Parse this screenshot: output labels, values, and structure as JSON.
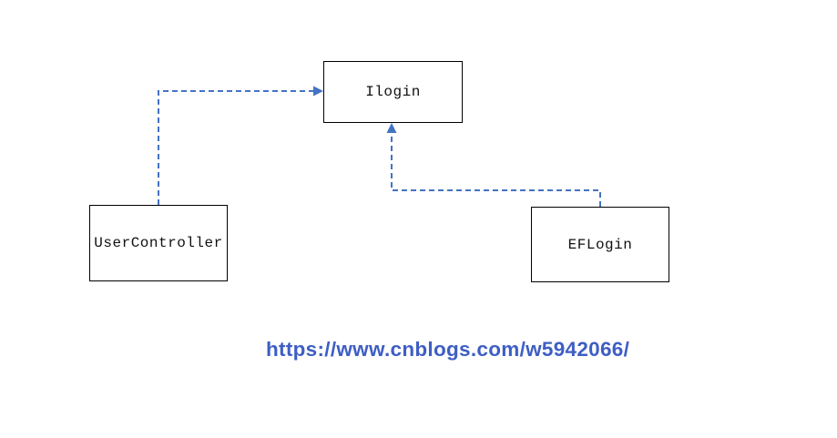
{
  "diagram": {
    "nodes": {
      "ilogin": {
        "label": "Ilogin"
      },
      "usercontroller": {
        "label": "UserController"
      },
      "eflogin": {
        "label": "EFLogin"
      }
    },
    "edges": [
      {
        "from": "UserController",
        "to": "Ilogin",
        "style": "dashed",
        "arrowhead": "solid-triangle",
        "enters": "left-side"
      },
      {
        "from": "EFLogin",
        "to": "Ilogin",
        "style": "dashed",
        "arrowhead": "solid-triangle",
        "enters": "bottom-side"
      }
    ]
  },
  "footer": {
    "url": "https://www.cnblogs.com/w5942066/"
  },
  "colors": {
    "connector": "#4472C4",
    "url_text": "#3E5EC4",
    "box_border": "#000000",
    "background": "#FFFFFF"
  }
}
